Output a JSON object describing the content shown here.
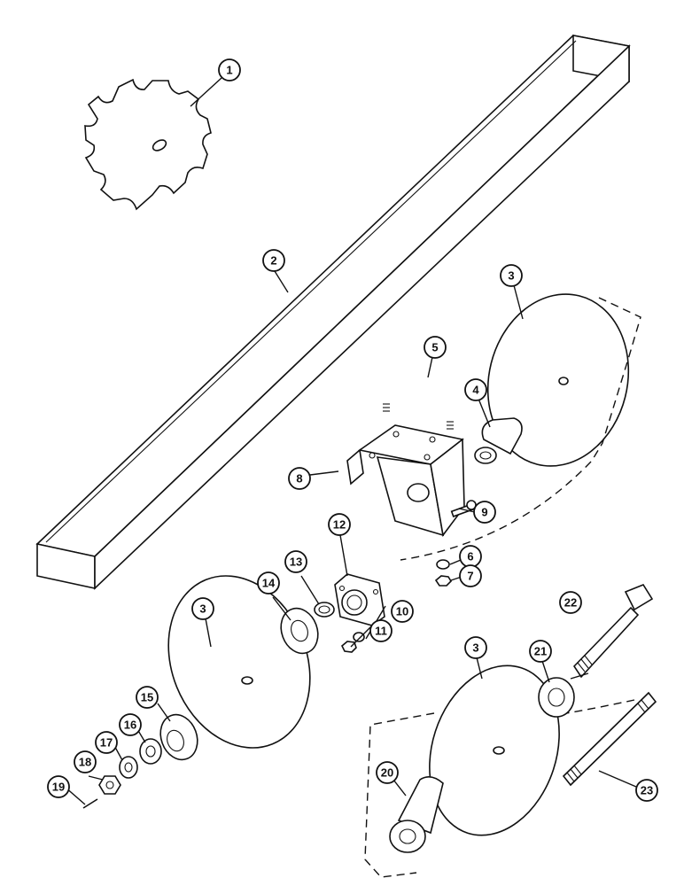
{
  "diagram": {
    "type": "exploded-parts-diagram",
    "callouts": [
      {
        "id": "callout-1",
        "label": "1"
      },
      {
        "id": "callout-2",
        "label": "2"
      },
      {
        "id": "callout-3a",
        "label": "3"
      },
      {
        "id": "callout-3b",
        "label": "3"
      },
      {
        "id": "callout-3c",
        "label": "3"
      },
      {
        "id": "callout-4",
        "label": "4"
      },
      {
        "id": "callout-5",
        "label": "5"
      },
      {
        "id": "callout-6",
        "label": "6"
      },
      {
        "id": "callout-7",
        "label": "7"
      },
      {
        "id": "callout-8",
        "label": "8"
      },
      {
        "id": "callout-9",
        "label": "9"
      },
      {
        "id": "callout-10",
        "label": "10"
      },
      {
        "id": "callout-11",
        "label": "11"
      },
      {
        "id": "callout-12",
        "label": "12"
      },
      {
        "id": "callout-13",
        "label": "13"
      },
      {
        "id": "callout-14",
        "label": "14"
      },
      {
        "id": "callout-15",
        "label": "15"
      },
      {
        "id": "callout-16",
        "label": "16"
      },
      {
        "id": "callout-17",
        "label": "17"
      },
      {
        "id": "callout-18",
        "label": "18"
      },
      {
        "id": "callout-19",
        "label": "19"
      },
      {
        "id": "callout-20",
        "label": "20"
      },
      {
        "id": "callout-21",
        "label": "21"
      },
      {
        "id": "callout-22",
        "label": "22"
      },
      {
        "id": "callout-23",
        "label": "23"
      }
    ]
  }
}
